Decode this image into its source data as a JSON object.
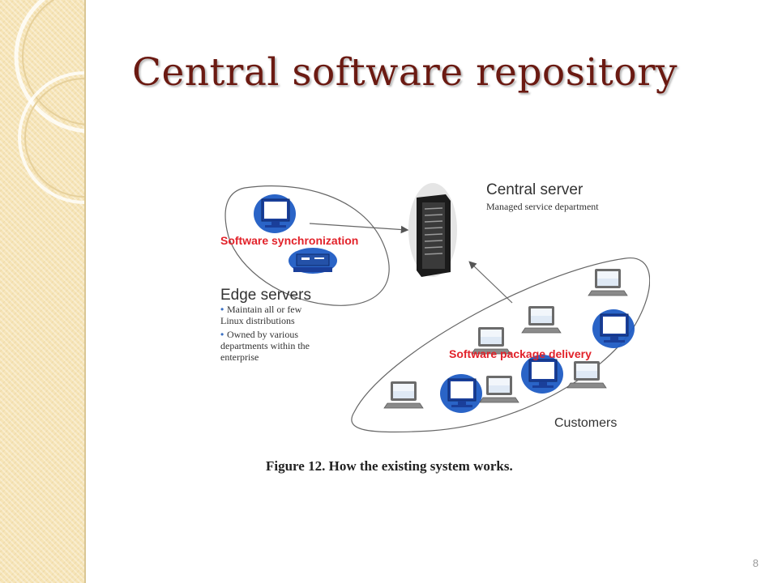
{
  "slide": {
    "title": "Central software repository",
    "page_number": "8"
  },
  "diagram": {
    "central_server": {
      "title": "Central server",
      "subtitle": "Managed service department"
    },
    "software_sync_label": "Software synchronization",
    "edge_servers": {
      "title": "Edge servers",
      "bullets": [
        {
          "mark": "•",
          "lines": [
            "Maintain all or few",
            "Linux distributions"
          ]
        },
        {
          "mark": "•",
          "lines": [
            "Owned by various",
            "departments within the",
            "enterprise"
          ]
        }
      ]
    },
    "package_delivery_label": "Software package delivery",
    "customers_label": "Customers",
    "caption": "Figure 12. How the existing system works."
  },
  "colors": {
    "title": "#6b1a12",
    "label_red": "#e2222a",
    "icon_blue": "#1f5cc4",
    "sidebar": "#f6e4b6"
  }
}
